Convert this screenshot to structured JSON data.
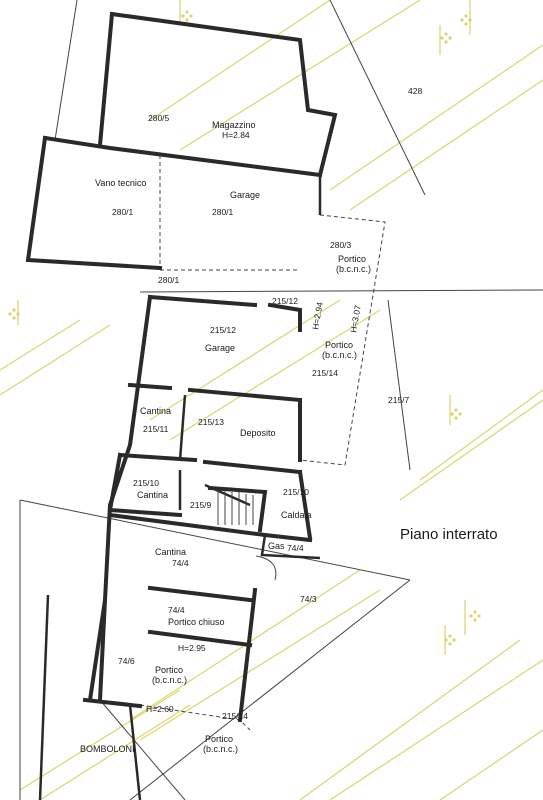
{
  "title": "Piano interrato",
  "rooms": {
    "magazzino": "Magazzino",
    "magazzino_h": "H=2.84",
    "vano_tecnico": "Vano tecnico",
    "garage_top": "Garage",
    "portico_2803": "Portico",
    "bcnc_2803": "(b.c.n.c.)",
    "garage_mid": "Garage",
    "h_294": "H=2.94",
    "h_307": "H=3.07",
    "portico_21514": "Portico",
    "bcnc_21514": "(b.c.n.c.)",
    "cantina_a": "Cantina",
    "deposito": "Deposito",
    "cantina_b": "Cantina",
    "caldaia": "Caldaia",
    "gas": "Gas",
    "cantina_c": "Cantina",
    "portico_chiuso": "Portico chiuso",
    "h_295": "H=2.95",
    "portico_746": "Portico",
    "bcnc_746": "(b.c.n.c.)",
    "h_260": "H=2.60",
    "portico_bottom": "Portico",
    "bcnc_bottom": "(b.c.n.c.)",
    "bomboloni": "BOMBOLONI"
  },
  "parcels": {
    "p428": "428",
    "p280_5": "280/5",
    "p280_1a": "280/1",
    "p280_1b": "280/1",
    "p280_3": "280/3",
    "p280_1c": "280/1",
    "p215_12a": "215/12",
    "p215_12b": "215/12",
    "p215_14": "215/14",
    "p215_7": "215/7",
    "p215_11": "215/11",
    "p215_13": "215/13",
    "p215_10a": "215/10",
    "p215_10b": "215/10",
    "p215_9": "215/9",
    "p74_4a": "74/4",
    "p74_4b": "74/4",
    "p74_4c": "74/4",
    "p74_3": "74/3",
    "p74_6": "74/6",
    "p215_14b": "215/14"
  },
  "colors": {
    "walls": "#2a2a2a",
    "watermark": "#d8cf5a"
  }
}
